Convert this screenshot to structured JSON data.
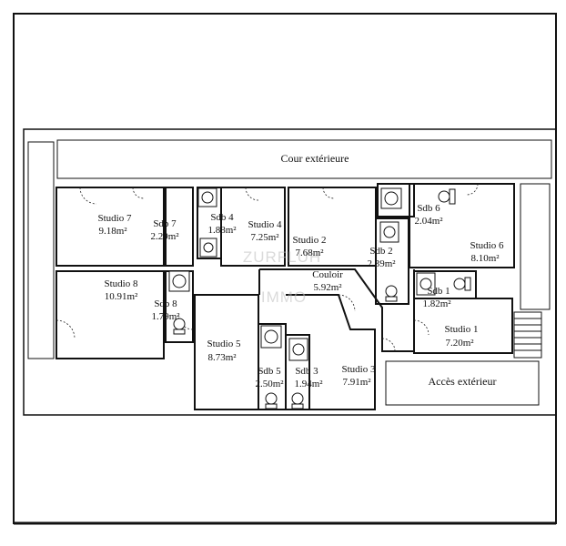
{
  "header_label": "Cour extérieure",
  "access_label": "Accès extérieur",
  "watermark": {
    "line1": "ZURFLUH",
    "line2": "IMMO"
  },
  "rooms": [
    {
      "id": "studio-7",
      "name": "Studio 7",
      "area": "9.18m²"
    },
    {
      "id": "sdb-7",
      "name": "Sdb 7",
      "area": "2.29m²"
    },
    {
      "id": "sdb-4",
      "name": "Sdb 4",
      "area": "1.88m²"
    },
    {
      "id": "studio-4",
      "name": "Studio 4",
      "area": "7.25m²"
    },
    {
      "id": "studio-2",
      "name": "Studio 2",
      "area": "7.68m²"
    },
    {
      "id": "sdb-2",
      "name": "Sdb 2",
      "area": "2.39m²"
    },
    {
      "id": "sdb-6",
      "name": "Sdb 6",
      "area": "2.04m²"
    },
    {
      "id": "studio-6",
      "name": "Studio 6",
      "area": "8.10m²"
    },
    {
      "id": "studio-8",
      "name": "Studio 8",
      "area": "10.91m²"
    },
    {
      "id": "sdb-8",
      "name": "Sdb 8",
      "area": "1.79m²"
    },
    {
      "id": "couloir",
      "name": "Couloir",
      "area": "5.92m²"
    },
    {
      "id": "sdb-1",
      "name": "Sdb 1",
      "area": "1.82m²"
    },
    {
      "id": "studio-1",
      "name": "Studio 1",
      "area": "7.20m²"
    },
    {
      "id": "studio-5",
      "name": "Studio 5",
      "area": "8.73m²"
    },
    {
      "id": "sdb-5",
      "name": "Sdb 5",
      "area": "2.50m²"
    },
    {
      "id": "sdb-3",
      "name": "Sdb 3",
      "area": "1.94m²"
    },
    {
      "id": "studio-3",
      "name": "Studio 3",
      "area": "7.91m²"
    }
  ]
}
